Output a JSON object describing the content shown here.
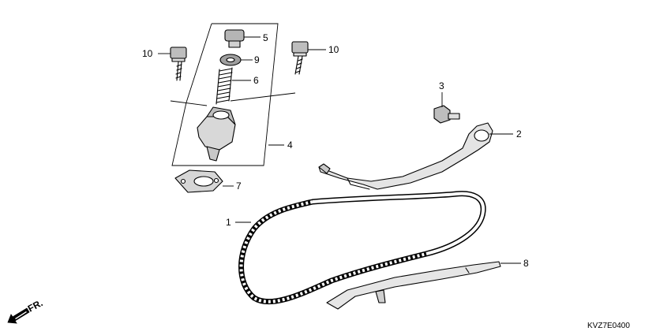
{
  "callouts": {
    "c1": "1",
    "c2": "2",
    "c3": "3",
    "c4": "4",
    "c5": "5",
    "c6": "6",
    "c7": "7",
    "c8": "8",
    "c9": "9",
    "c10a": "10",
    "c10b": "10"
  },
  "direction_label": "FR.",
  "diagram_code": "KVZ7E0400",
  "icons": [
    "front-direction-arrow-icon"
  ]
}
